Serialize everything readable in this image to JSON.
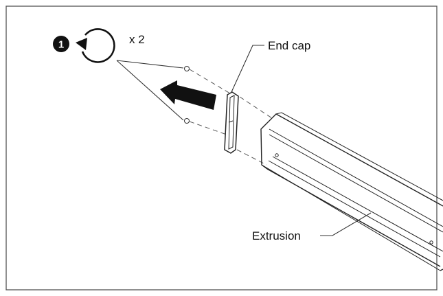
{
  "step": {
    "number": "1",
    "rotate_icon": "counterclockwise-rotate-icon",
    "quantity": "x 2"
  },
  "labels": {
    "end_cap": "End cap",
    "extrusion": "Extrusion"
  },
  "icons": {
    "push_arrow": "arrow-icon",
    "screw": "screw-icon"
  }
}
